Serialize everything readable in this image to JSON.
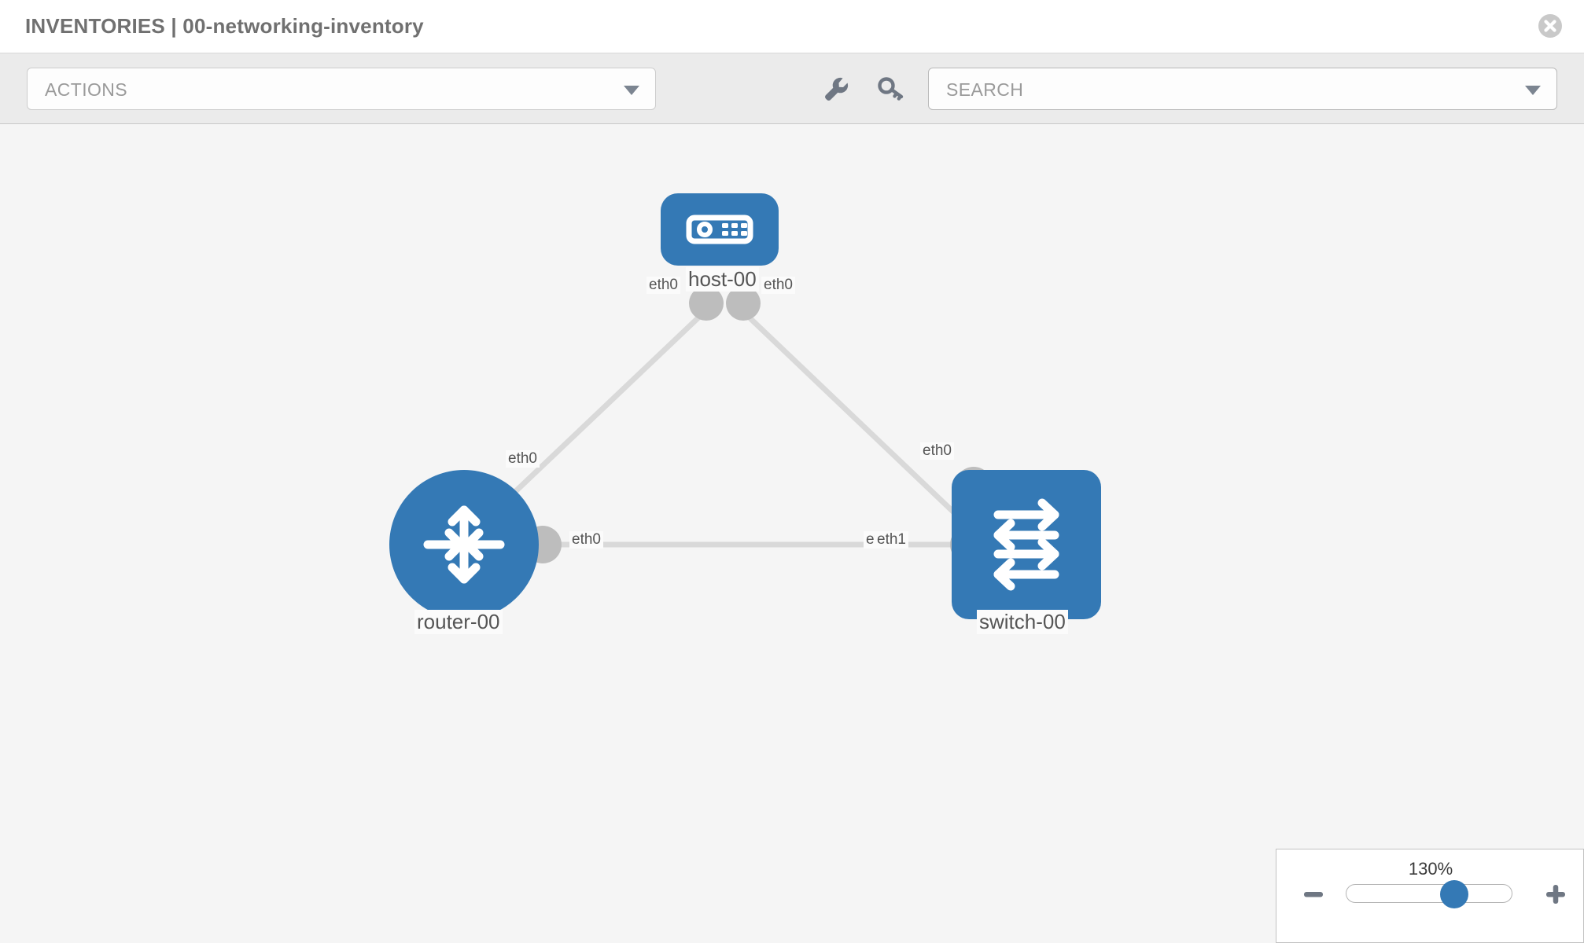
{
  "header": {
    "title": "INVENTORIES | 00-networking-inventory",
    "close_icon": "close-circle-icon"
  },
  "toolbar": {
    "actions_label": "ACTIONS",
    "actions_caret": "chevron-down-icon",
    "wrench_icon": "wrench-icon",
    "key_icon": "key-icon",
    "search_placeholder": "SEARCH",
    "search_value": "",
    "search_caret": "chevron-down-icon"
  },
  "colors": {
    "node_blue": "#3479b5",
    "stub_grey": "#b9b9b9",
    "edge_grey": "#d9d9d9",
    "canvas_bg": "#f5f5f5",
    "toolbar_bg": "#ebebeb"
  },
  "topology": {
    "nodes": [
      {
        "id": "host",
        "label": "host-00",
        "type": "host",
        "icon": "server-device-icon",
        "shape": "rounded-rect"
      },
      {
        "id": "router",
        "label": "router-00",
        "type": "router",
        "icon": "four-way-arrows-icon",
        "shape": "circle"
      },
      {
        "id": "switch",
        "label": "switch-00",
        "type": "switch",
        "icon": "bidirectional-arrows-icon",
        "shape": "rounded-rect"
      }
    ],
    "links": [
      {
        "from": "host",
        "to": "router",
        "from_iface": "eth0",
        "to_iface": "eth0"
      },
      {
        "from": "host",
        "to": "switch",
        "from_iface": "eth0",
        "to_iface": "eth0"
      },
      {
        "from": "router",
        "to": "switch",
        "from_iface": "eth0",
        "to_iface": "eth1",
        "overlapped_iface": "eth0"
      }
    ],
    "interface_labels": {
      "host_left": "eth0",
      "host_right": "eth0",
      "router_top": "eth0",
      "switch_top": "eth0",
      "router_right": "eth0",
      "switch_left_under": "eth",
      "switch_left": "eth1"
    }
  },
  "zoom": {
    "value": "130%",
    "minus_label": "zoom-out",
    "plus_label": "zoom-in",
    "thumb_position_pct": 65
  }
}
